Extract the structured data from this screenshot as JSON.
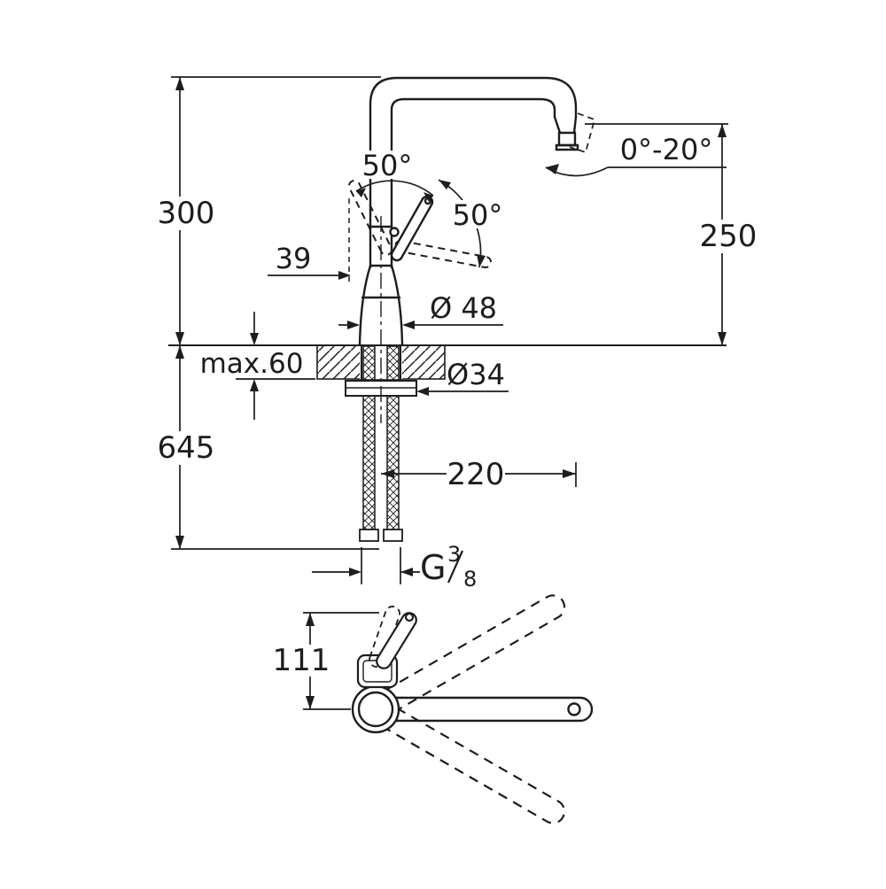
{
  "colors": {
    "line": "#1d1d1d",
    "background": "#ffffff"
  },
  "drawing": {
    "type": "technical-dimension-drawing",
    "subject": "single-lever kitchen faucet, side view and top view",
    "labels": {
      "height_above_deck": "300",
      "spout_outlet_height": "250",
      "outlet_angle_range": "0°-20°",
      "handle_angle_back": "50°",
      "handle_angle_front": "50°",
      "handle_offset": "39",
      "base_diameter": "Ø 48",
      "max_deck_thickness": "max.60",
      "hole_diameter": "Ø34",
      "height_below_deck": "645",
      "spout_reach": "220",
      "thread_letter": "G",
      "thread_numerator": "3",
      "thread_slash": "/",
      "thread_denominator": "8",
      "handle_reach_top_view": "111"
    }
  }
}
